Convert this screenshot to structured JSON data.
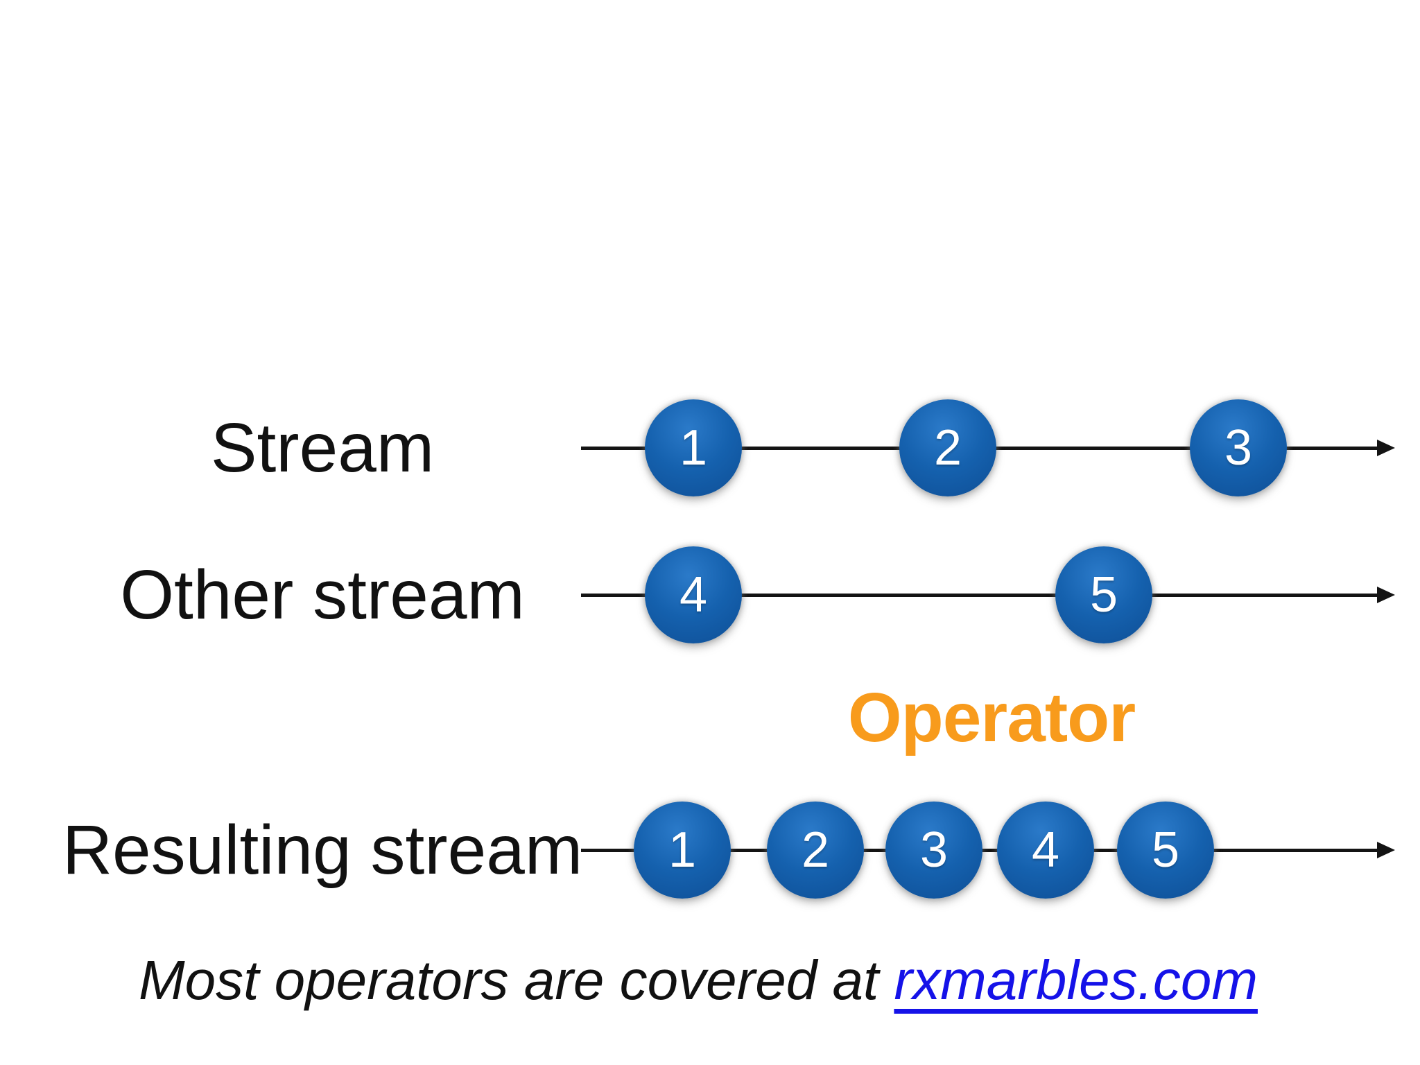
{
  "slide": {
    "rows": [
      {
        "id": "stream",
        "label": "Stream",
        "marbles": [
          "1",
          "2",
          "3"
        ]
      },
      {
        "id": "other-stream",
        "label": "Other stream",
        "marbles": [
          "4",
          "5"
        ]
      },
      {
        "id": "resulting-stream",
        "label": "Resulting stream",
        "marbles": [
          "1",
          "2",
          "3",
          "4",
          "5"
        ]
      }
    ],
    "operator_label": "Operator",
    "footer": {
      "prefix": "Most operators are covered at ",
      "link_text": "rxmarbles.com"
    },
    "colors": {
      "marble_blue": "#1561AE",
      "marble_blue_light": "#2B7AC9",
      "marble_blue_dark": "#0E4E95",
      "operator_orange": "#F89B1C",
      "link_blue": "#1512E8",
      "line_black": "#141414",
      "label_black": "#111111"
    }
  }
}
